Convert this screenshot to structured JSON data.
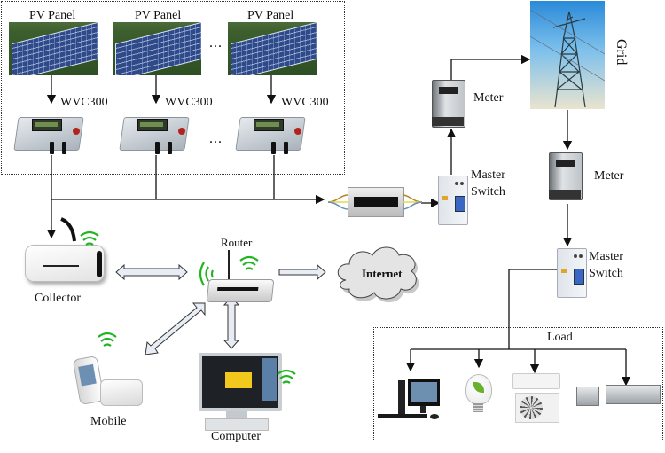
{
  "diagram": {
    "pv_section": {
      "panels": [
        {
          "label": "PV Panel"
        },
        {
          "label": "PV Panel"
        },
        {
          "label": "PV Panel"
        }
      ],
      "inverters": [
        {
          "label": "WVC300"
        },
        {
          "label": "WVC300"
        },
        {
          "label": "WVC300"
        }
      ],
      "ellipsis": "..."
    },
    "grid_side": {
      "meter_top_label": "Meter",
      "switch_top_label_1": "Master",
      "switch_top_label_2": "Switch",
      "grid_label": "Grid",
      "meter_right_label": "Meter",
      "switch_right_label_1": "Master",
      "switch_right_label_2": "Switch"
    },
    "network": {
      "collector_label": "Collector",
      "router_label": "Router",
      "internet_label": "Internet",
      "mobile_label": "Mobile",
      "computer_label": "Computer"
    },
    "load": {
      "title": "Load",
      "devices": [
        "desktop-computer",
        "light-bulb",
        "air-conditioner",
        "printing-machine"
      ]
    },
    "colors": {
      "wifi": "#22b522",
      "arrow_fill": "#e8edf5",
      "line": "#111111"
    }
  }
}
